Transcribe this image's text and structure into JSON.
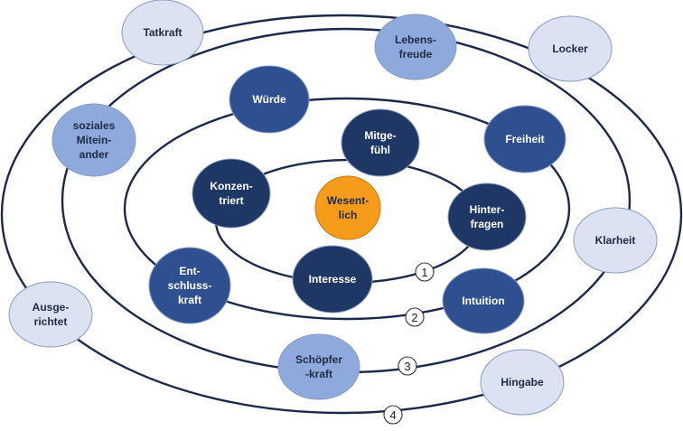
{
  "colors": {
    "center": "#f79c1a",
    "ring1": "#1f3764",
    "ring2": "#2e5091",
    "ring3": "#8ea9db",
    "ring4": "#dbe3f3",
    "ring_stroke": "#1b2a4a",
    "node_stroke": "#8a9bbf",
    "dark_text": "#ffffff",
    "light_text": "#1f2a44"
  },
  "center": {
    "lines": [
      "Wesent-",
      "lich"
    ]
  },
  "ring_numbers": [
    "1",
    "2",
    "3",
    "4"
  ],
  "nodes": [
    {
      "id": "mitgefuehl",
      "lines": [
        "Mitge-",
        "fühl"
      ],
      "level": 1
    },
    {
      "id": "konzentriert",
      "lines": [
        "Konzen-",
        "triert"
      ],
      "level": 1
    },
    {
      "id": "hinterfragen",
      "lines": [
        "Hinter-",
        "fragen"
      ],
      "level": 1
    },
    {
      "id": "interesse",
      "lines": [
        "Interesse"
      ],
      "level": 1
    },
    {
      "id": "wuerde",
      "lines": [
        "Würde"
      ],
      "level": 2
    },
    {
      "id": "freiheit",
      "lines": [
        "Freiheit"
      ],
      "level": 2
    },
    {
      "id": "entschlusskraft",
      "lines": [
        "Ent-",
        "schluss-",
        "kraft"
      ],
      "level": 2
    },
    {
      "id": "intuition",
      "lines": [
        "Intuition"
      ],
      "level": 2
    },
    {
      "id": "lebensfreude",
      "lines": [
        "Lebens-",
        "freude"
      ],
      "level": 3
    },
    {
      "id": "soziales-miteinander",
      "lines": [
        "soziales",
        "Mitein-",
        "ander"
      ],
      "level": 3
    },
    {
      "id": "schoepferkraft",
      "lines": [
        "Schöpfer",
        "-kraft"
      ],
      "level": 3
    },
    {
      "id": "tatkraft",
      "lines": [
        "Tatkraft"
      ],
      "level": 4
    },
    {
      "id": "locker",
      "lines": [
        "Locker"
      ],
      "level": 4
    },
    {
      "id": "klarheit",
      "lines": [
        "Klarheit"
      ],
      "level": 4
    },
    {
      "id": "ausgerichtet",
      "lines": [
        "Ausge-",
        "richtet"
      ],
      "level": 4
    },
    {
      "id": "hingabe",
      "lines": [
        "Hingabe"
      ],
      "level": 4
    }
  ]
}
